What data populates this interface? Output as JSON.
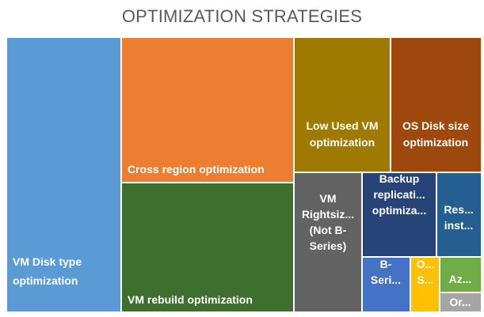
{
  "chart_data": {
    "type": "treemap",
    "title": "OPTIMIZATION STRATEGIES",
    "legend": "none",
    "items": [
      {
        "name": "VM Disk type optimization",
        "label": [
          "VM Disk type",
          "optimization"
        ],
        "color": "#5B9BD5",
        "value": 25.3
      },
      {
        "name": "Cross region optimization",
        "label": [
          "Cross region optimization"
        ],
        "color": "#ED7D31",
        "value": 15.9
      },
      {
        "name": "VM rebuild optimization",
        "label": [
          "VM rebuild optimization"
        ],
        "color": "#3F6F2F",
        "value": 14.6
      },
      {
        "name": "Low Used VM optimization",
        "label": [
          "Low Used VM",
          "optimization"
        ],
        "color": "#9E7A00",
        "value": 7.3
      },
      {
        "name": "OS Disk size optimization",
        "label": [
          "OS Disk size",
          "optimization"
        ],
        "color": "#9E480E",
        "value": 5.9
      },
      {
        "name": "VM Rightsizing (Not B-Series)",
        "label": [
          "VM",
          "Rightsiz...",
          "(Not B-",
          "Series)"
        ],
        "color": "#636363",
        "value": 6.8
      },
      {
        "name": "Backup replication optimization",
        "label": [
          "Backup",
          "replicati...",
          "optimiza..."
        ],
        "color": "#264478",
        "value": 5.0
      },
      {
        "name": "Reserved instances",
        "label": [
          "Res...",
          "inst..."
        ],
        "color": "#255E91",
        "value": 2.0
      },
      {
        "name": "B-Series",
        "label": [
          "B-",
          "Seri..."
        ],
        "color": "#4472C4",
        "value": 1.5
      },
      {
        "name": "OS",
        "label": [
          "O...",
          "S..."
        ],
        "color": "#FFC000",
        "value": 0.9
      },
      {
        "name": "Az...",
        "label": [
          "Az..."
        ],
        "color": "#70AD47",
        "value": 0.9
      },
      {
        "name": "Or...",
        "label": [
          "Or..."
        ],
        "color": "#A5A5A5",
        "value": 0.6
      }
    ]
  }
}
